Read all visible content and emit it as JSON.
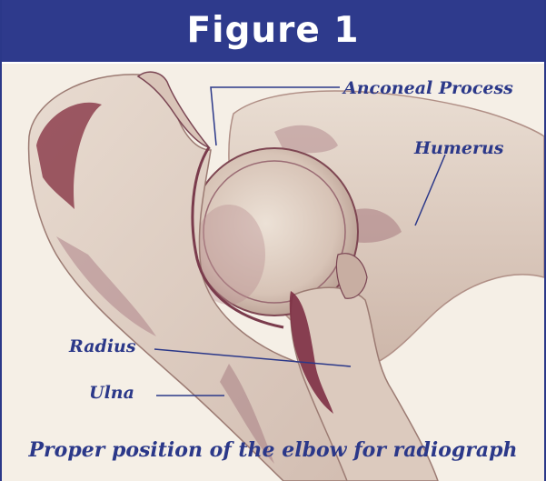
{
  "title": "Figure 1",
  "labels": {
    "anconeal_process": "Anconeal Process",
    "humerus": "Humerus",
    "radius": "Radius",
    "ulna": "Ulna"
  },
  "caption": "Proper position of the elbow for radiograph",
  "colors": {
    "title_bar": "#2e3a8c",
    "label_text": "#2b3889",
    "background": "#f5efe6",
    "bone": "#e2d3c7",
    "bone_shadow": "#8a4a5a"
  }
}
